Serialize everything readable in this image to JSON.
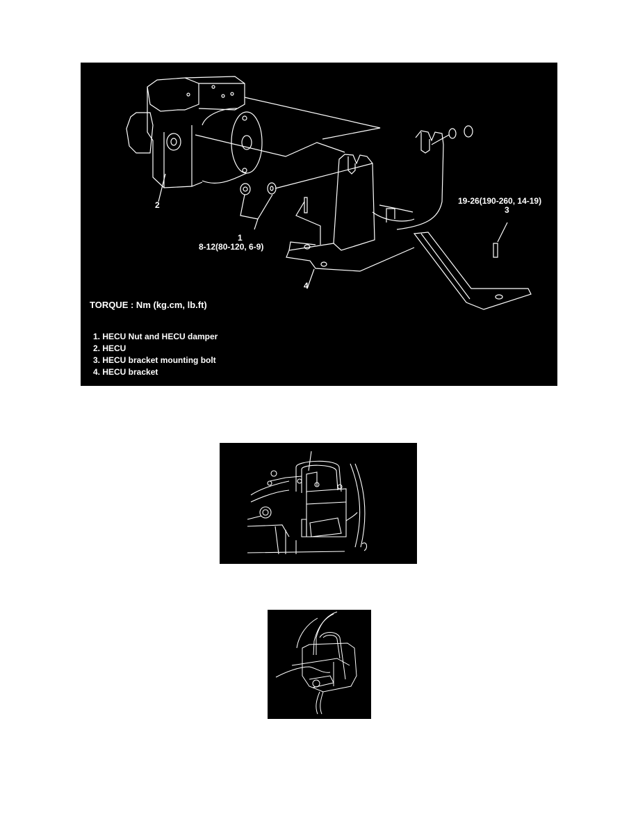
{
  "figure1": {
    "callouts": {
      "c1_num": "1",
      "c1_torque": "8-12(80-120, 6-9)",
      "c2_num": "2",
      "c3_torque": "19-26(190-260, 14-19)",
      "c3_num": "3",
      "c4_num": "4"
    },
    "torque_heading": "TORQUE : Nm (kg.cm, lb.ft)",
    "legend": [
      "1. HECU Nut and HECU damper",
      "2. HECU",
      "3. HECU bracket mounting bolt",
      "4. HECU bracket"
    ]
  },
  "colors": {
    "background": "#000000",
    "linework": "#ffffff",
    "page": "#ffffff"
  }
}
